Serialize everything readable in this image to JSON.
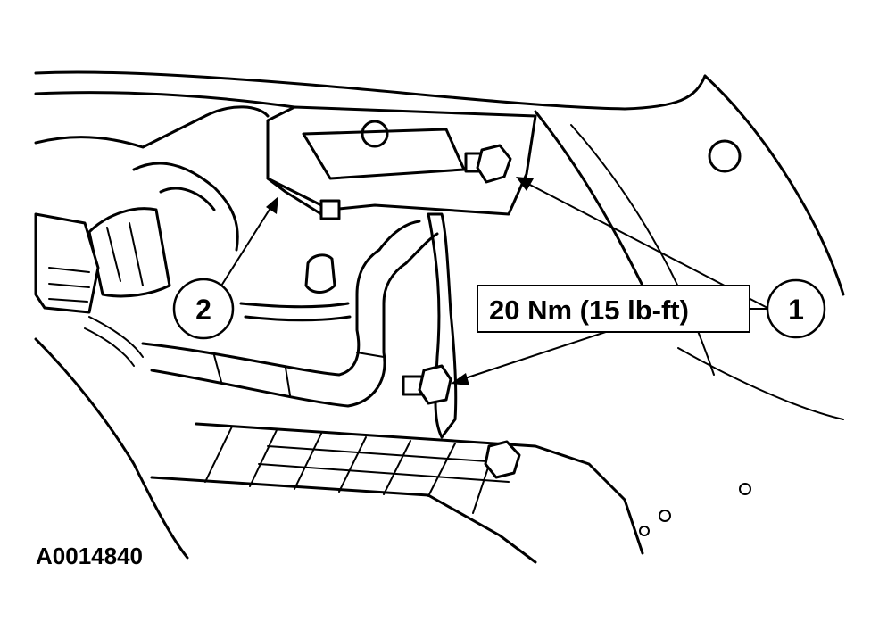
{
  "callouts": [
    {
      "number": "1"
    },
    {
      "number": "2"
    }
  ],
  "torque_spec": "20 Nm (15 lb-ft)",
  "figure_id": "A0014840"
}
